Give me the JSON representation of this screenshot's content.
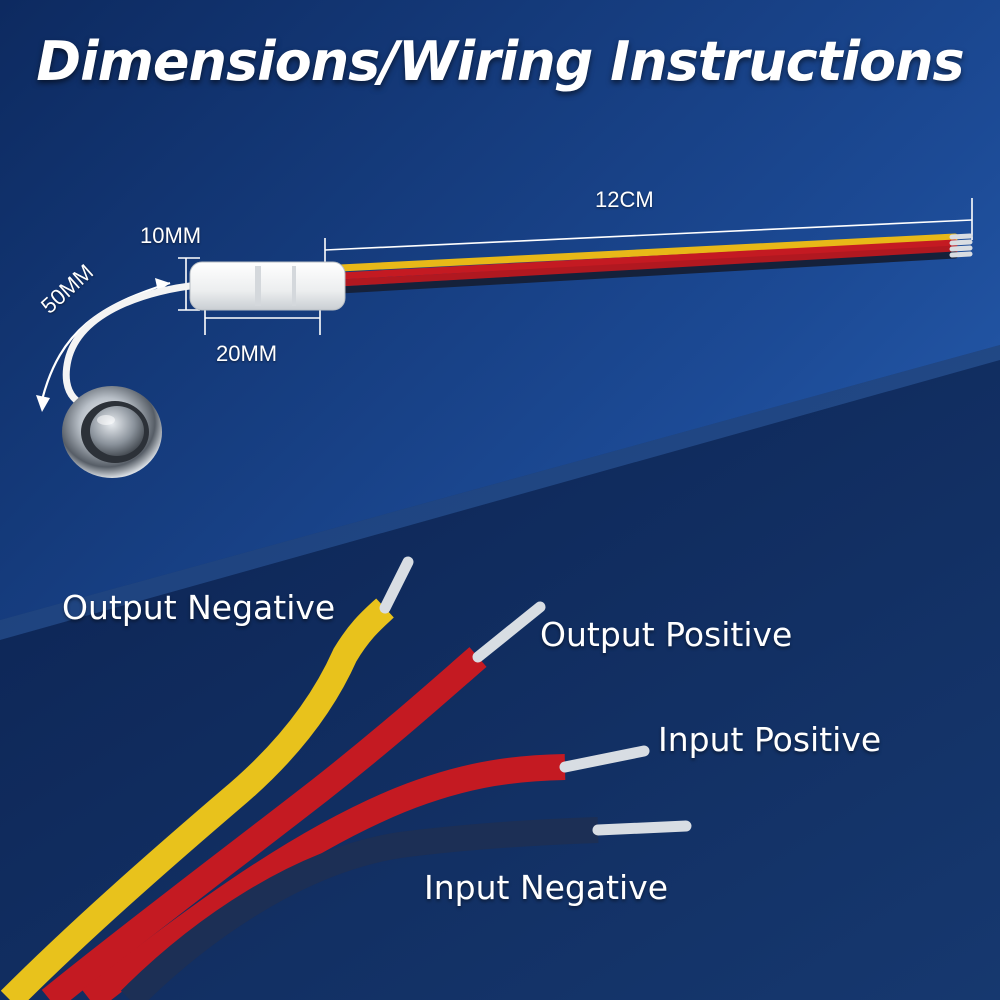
{
  "title": "Dimensions/Wiring Instructions",
  "dimensions": {
    "cable_length": "12CM",
    "connector_height": "10MM",
    "connector_length": "20MM",
    "lead_length": "50MM"
  },
  "wires": {
    "output_negative": "Output Negative",
    "output_positive": "Output Positive",
    "input_positive": "Input Positive",
    "input_negative": "Input Negative"
  },
  "colors": {
    "background": "#16397a",
    "yellow_wire": "#e8c21c",
    "red_wire": "#c41a22",
    "navy_wire": "#1c2f55",
    "white_wire": "#f4f4f4"
  }
}
